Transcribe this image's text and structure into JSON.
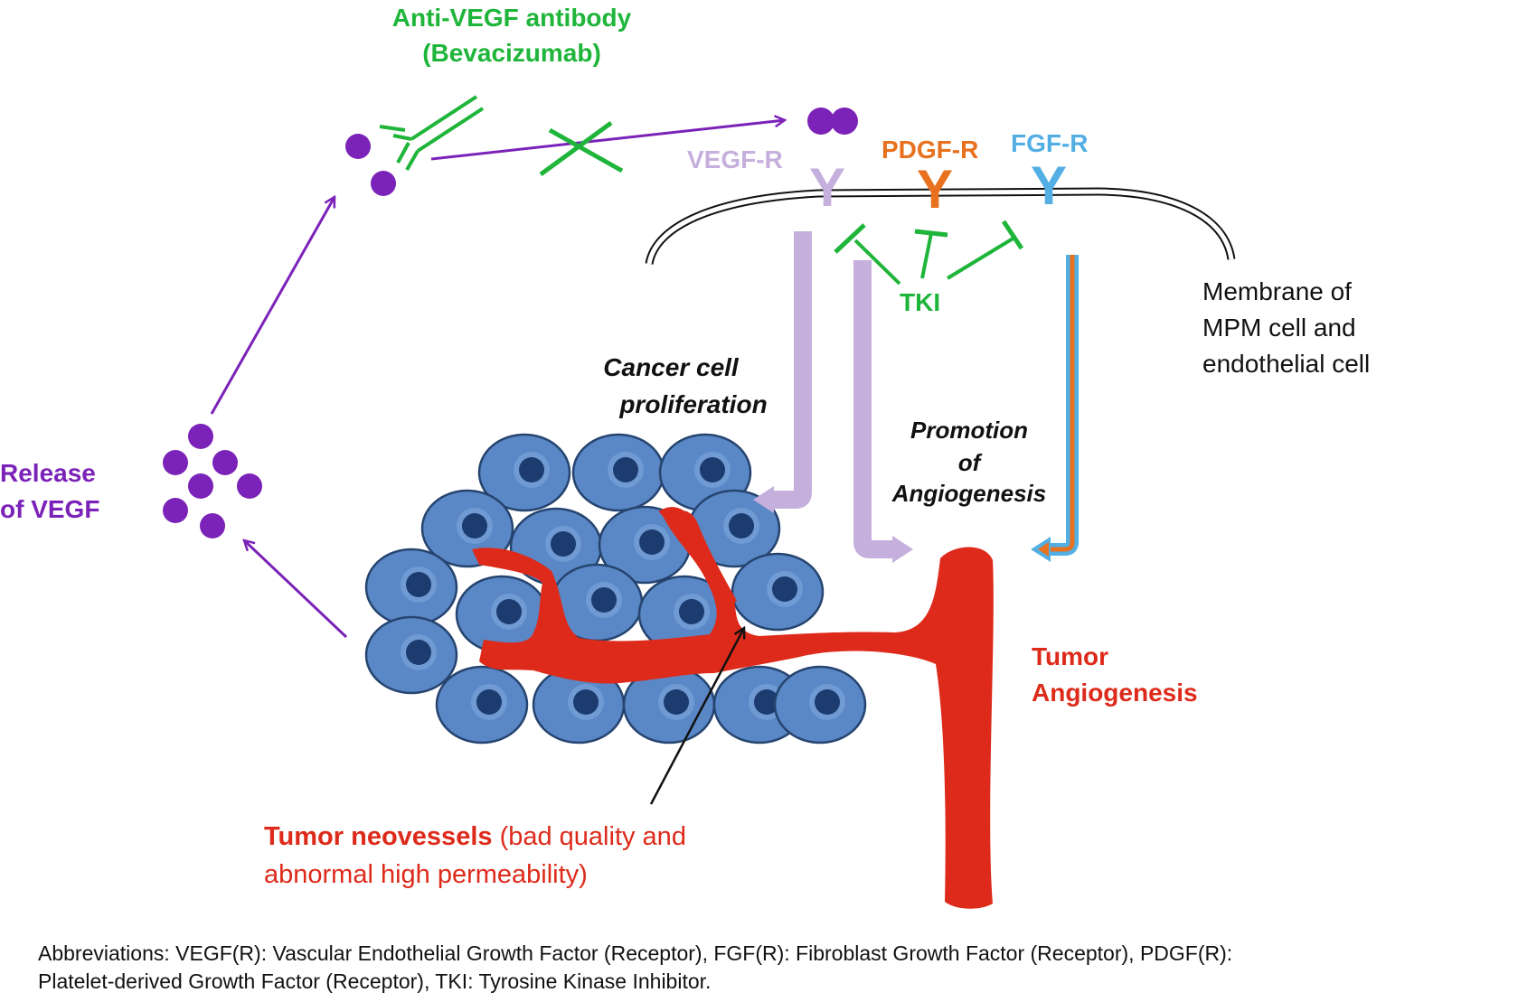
{
  "colors": {
    "purple": "#7b22b8",
    "green": "#1fb53a",
    "lavender": "#c5b0dd",
    "orange": "#e8711f",
    "blue": "#53aee3",
    "red": "#dd2a1a",
    "cell_fill": "#5a87c6",
    "cell_stroke": "#25446f",
    "nucleus": "#1c3b6e",
    "text": "#111111"
  },
  "icons": [
    "vegf-molecule-icon",
    "antibody-icon",
    "receptor-icon",
    "inhibition-bar-icon",
    "cell-icon",
    "blood-vessel-icon"
  ],
  "labels": {
    "antibody_line1": "Anti-VEGF antibody",
    "antibody_line2": "(Bevacizumab)",
    "vegfr": "VEGF-R",
    "pdgfr": "PDGF-R",
    "fgfr": "FGF-R",
    "receptor_glyph": "Y",
    "tki": "TKI",
    "membrane_line1": "Membrane of",
    "membrane_line2": "MPM cell and",
    "membrane_line3": "endothelial cell",
    "prolif_line1": "Cancer cell",
    "prolif_line2": "proliferation",
    "promo_line1": "Promotion",
    "promo_line2": "of",
    "promo_line3": "Angiogenesis",
    "release_line1": "Release",
    "release_line2": "of VEGF",
    "tumor_angio_line1": "Tumor",
    "tumor_angio_line2": "Angiogenesis",
    "neo_bold": "Tumor neovessels",
    "neo_rest1": " (bad quality and",
    "neo_line2": "abnormal high permeability)"
  },
  "footer": {
    "line1": "Abbreviations: VEGF(R): Vascular Endothelial Growth Factor (Receptor), FGF(R): Fibroblast Growth Factor (Receptor), PDGF(R):",
    "line2": "Platelet-derived Growth Factor (Receptor), TKI: Tyrosine Kinase Inhibitor."
  }
}
